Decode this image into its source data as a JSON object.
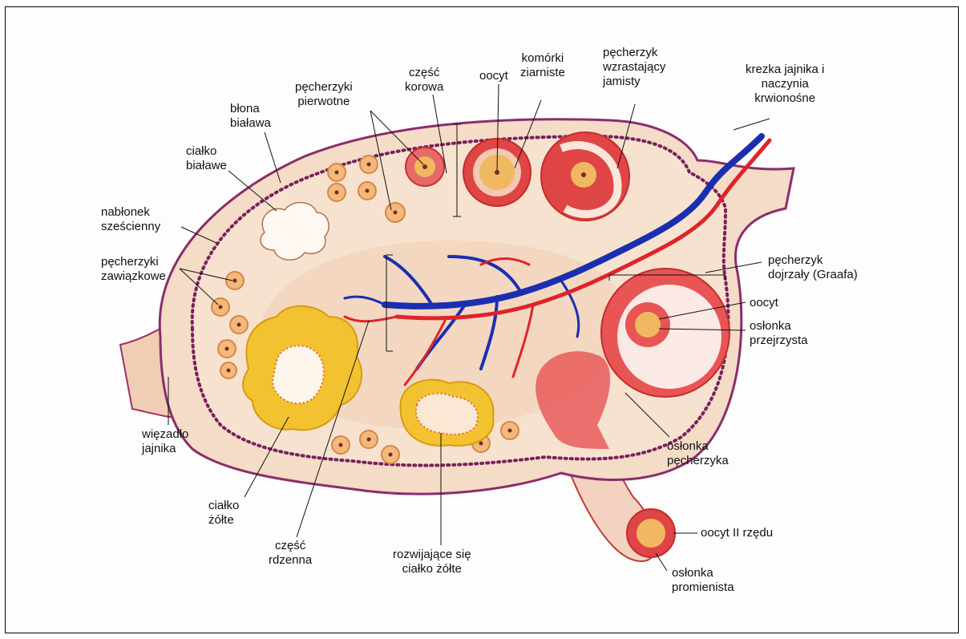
{
  "labels": {
    "czesc_korowa": [
      "część",
      "korowa"
    ],
    "oocyt_top": [
      "oocyt"
    ],
    "komorki_ziarniste": [
      "komórki",
      "ziarniste"
    ],
    "pecherzyk_wzrastajacy": [
      "pęcherzyk",
      "wzrastający",
      "jamisty"
    ],
    "krezka": [
      "krezka jajnika i",
      "naczynia",
      "krwionośne"
    ],
    "pecherzyki_pierwotne": [
      "pęcherzyki",
      "pierwotne"
    ],
    "blona_bialawa": [
      "błona",
      "biaława"
    ],
    "cialko_bialawe": [
      "ciałko",
      "białawe"
    ],
    "nablonek": [
      "nabłonek",
      "sześcienny"
    ],
    "pecherzyki_zawiazkowe": [
      "pęcherzyki",
      "zawiązkowe"
    ],
    "pecherzyk_dojrzaly": [
      "pęcherzyk",
      "dojrzały (Graafa)"
    ],
    "oocyt_right": [
      "oocyt"
    ],
    "oslonka_przejrzysta": [
      "osłonka",
      "przejrzysta"
    ],
    "wiezadlo": [
      "więzadło",
      "jajnika"
    ],
    "cialko_zolte": [
      "ciałko",
      "żółte"
    ],
    "czesc_rdzenna": [
      "część",
      "rdzenna"
    ],
    "rozwijajace": [
      "rozwijające się",
      "ciałko żółte"
    ],
    "oslonka_pecherzyka": [
      "osłonka",
      "pęcherzyka"
    ],
    "oocyt_2": [
      "oocyt II rzędu"
    ],
    "oslonka_promienista": [
      "osłonka",
      "promienista"
    ]
  },
  "colors": {
    "ovary_fill": "#f6dcc4",
    "cortex_dots": "#7a1f5c",
    "vein": "#1a2fb0",
    "artery": "#e0232b",
    "corpus_luteum": "#f2c230",
    "follicle_red": "#d83a3a",
    "oocyte": "#f0b860"
  }
}
